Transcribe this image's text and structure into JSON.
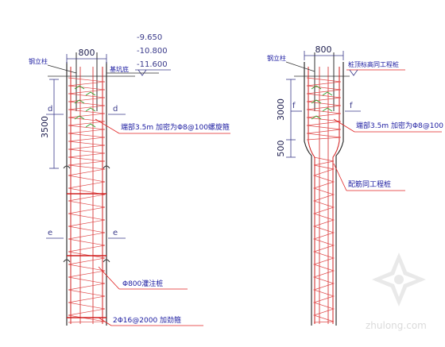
{
  "colors": {
    "bg": "#ffffff",
    "dim": "#3a3a8a",
    "label": "#1a1aa0",
    "outline": "#303030",
    "rebar": "#d02020",
    "stirrup": "#e04848",
    "leader": "#e02020",
    "green": "#2aa02a",
    "watermark": "#cccccc"
  },
  "left_pile": {
    "width_dim": "800",
    "steel_column_label": "钢立柱",
    "elev_1": "-9.650",
    "elev_2": "-10.800",
    "elev_3": "-11.600",
    "pit_bottom_label": "基坑底",
    "dim_3500": "3500",
    "section_d": "d",
    "section_e": "e",
    "stirrup_note": "端部3.5m 加密为Φ8@100螺旋箍",
    "pile_note": "Φ800灌注桩",
    "stiffener_note": "2Φ16@2000 加劲箍"
  },
  "right_pile": {
    "width_dim": "800",
    "steel_column_label": "钢立柱",
    "top_note": "桩顶标高同工程桩",
    "dim_3000": "3000",
    "dim_500": "500",
    "section_f": "f",
    "stirrup_note": "端部3.5m 加密为Φ8@100",
    "rebar_note": "配筋同工程桩"
  },
  "watermark": {
    "text": "zhulong.com"
  }
}
